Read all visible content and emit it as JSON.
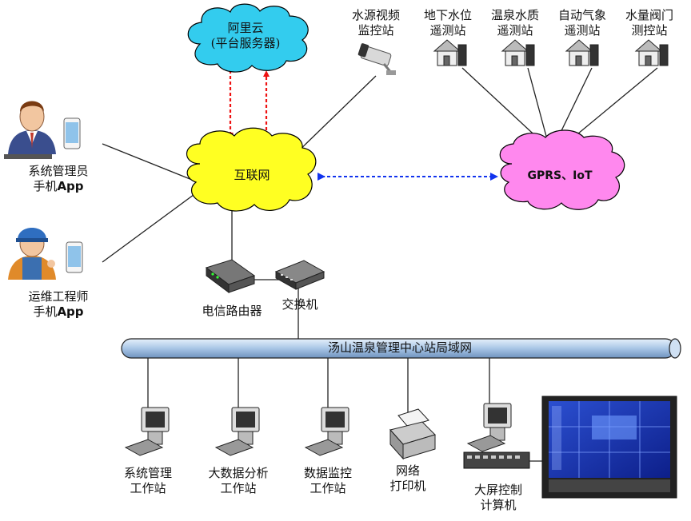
{
  "cloud_aliyun": {
    "line1": "阿里云",
    "line2": "(平台服务器)"
  },
  "cloud_internet": {
    "label": "互联网"
  },
  "cloud_gprs": {
    "label": "GPRS、IoT"
  },
  "stations": [
    {
      "line1": "水源视频",
      "line2": "监控站"
    },
    {
      "line1": "地下水位",
      "line2": "遥测站"
    },
    {
      "line1": "温泉水质",
      "line2": "遥测站"
    },
    {
      "line1": "自动气象",
      "line2": "遥测站"
    },
    {
      "line1": "水量阀门",
      "line2": "测控站"
    }
  ],
  "users": [
    {
      "line1": "系统管理员",
      "line2_prefix": "手机",
      "line2_suffix": "App"
    },
    {
      "line1": "运维工程师",
      "line2_prefix": "手机",
      "line2_suffix": "App"
    }
  ],
  "router": {
    "label": "电信路由器"
  },
  "switch": {
    "label": "交换机"
  },
  "lan": {
    "label": "汤山温泉管理中心站局域网"
  },
  "workstations": [
    {
      "line1": "系统管理",
      "line2": "工作站"
    },
    {
      "line1": "大数据分析",
      "line2": "工作站"
    },
    {
      "line1": "数据监控",
      "line2": "工作站"
    },
    {
      "line1": "网络",
      "line2": "打印机"
    },
    {
      "line1": "大屏控制",
      "line2": "计算机"
    }
  ],
  "colors": {
    "aliyun": "#33ccee",
    "internet": "#ffff22",
    "gprs": "#ff88ee",
    "bus": "#a9c6e6",
    "red_link": "#ee1111",
    "blue_link": "#1133ee"
  }
}
